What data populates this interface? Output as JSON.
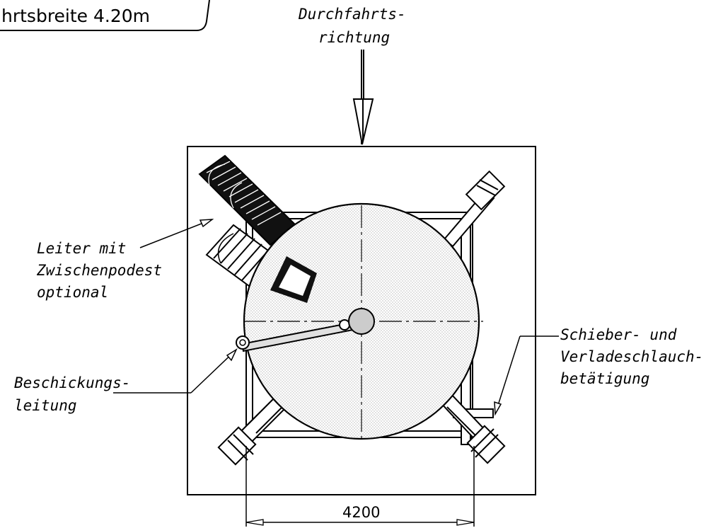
{
  "labels": {
    "width_tag": "hrtsbreite 4.20m",
    "direction_line1": "Durchfahrts-",
    "direction_line2": "richtung",
    "ladder_line1": "Leiter mit",
    "ladder_line2": "Zwischenpodest",
    "ladder_line3": "optional",
    "feed_line1": "Beschickungs-",
    "feed_line2": "leitung",
    "slide_line1": "Schieber- und",
    "slide_line2": "Verladeschlauch-",
    "slide_line3": "betätigung",
    "dimension": "4200"
  },
  "colors": {
    "ink": "#000000",
    "fill": "#e6e6e6",
    "hub": "#cccccc"
  }
}
